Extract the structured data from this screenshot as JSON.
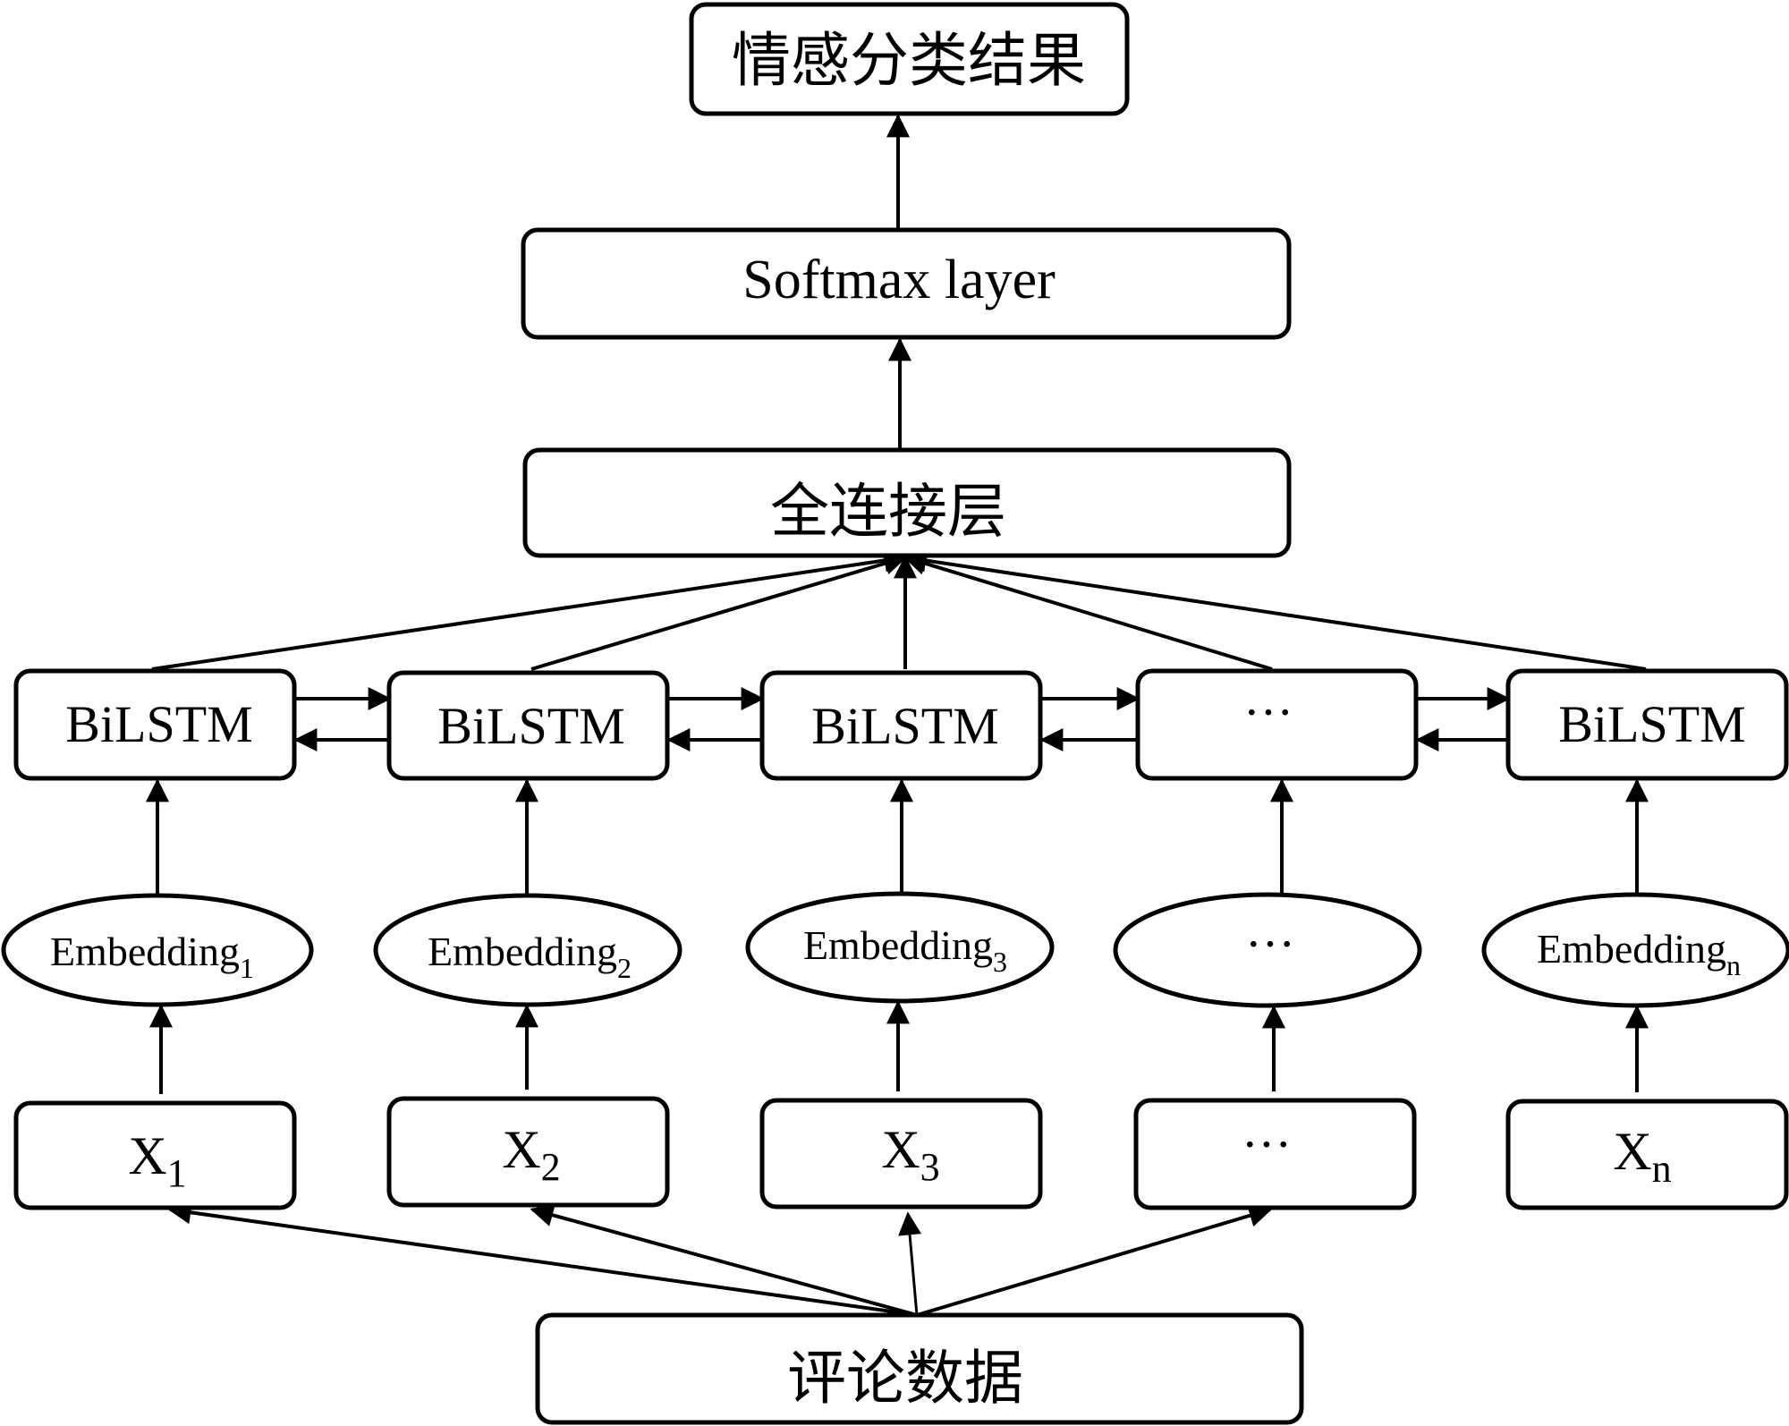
{
  "diagram": {
    "title": "BiLSTM sentiment classification model",
    "colors": {
      "stroke": "#000000",
      "fill": "#ffffff",
      "text": "#000000"
    },
    "output_node": {
      "id": "result",
      "label": "情感分类结果"
    },
    "softmax_node": {
      "id": "softmax",
      "label": "Softmax layer"
    },
    "dense_node": {
      "id": "dense",
      "label": "全连接层"
    },
    "bilstm_nodes": [
      {
        "id": "bilstm1",
        "label": "BiLSTM"
      },
      {
        "id": "bilstm2",
        "label": "BiLSTM"
      },
      {
        "id": "bilstm3",
        "label": "BiLSTM"
      },
      {
        "id": "bilstm_ellipsis",
        "label": "···"
      },
      {
        "id": "bilstmn",
        "label": "BiLSTM"
      }
    ],
    "embedding_nodes": [
      {
        "id": "emb1",
        "label": "Embedding",
        "sub": "1"
      },
      {
        "id": "emb2",
        "label": "Embedding",
        "sub": "2"
      },
      {
        "id": "emb3",
        "label": "Embedding",
        "sub": "3"
      },
      {
        "id": "emb_ellipsis",
        "label": "···",
        "sub": ""
      },
      {
        "id": "embn",
        "label": "Embedding",
        "sub": "n"
      }
    ],
    "input_nodes": [
      {
        "id": "x1",
        "label": "X",
        "sub": "1"
      },
      {
        "id": "x2",
        "label": "X",
        "sub": "2"
      },
      {
        "id": "x3",
        "label": "X",
        "sub": "3"
      },
      {
        "id": "x_ellipsis",
        "label": "···",
        "sub": ""
      },
      {
        "id": "xn",
        "label": "X",
        "sub": "n"
      }
    ],
    "source_node": {
      "id": "source",
      "label": "评论数据"
    },
    "edges": [
      {
        "from": "source",
        "to": "x1"
      },
      {
        "from": "source",
        "to": "x2"
      },
      {
        "from": "source",
        "to": "x3"
      },
      {
        "from": "source",
        "to": "x_ellipsis"
      },
      {
        "from": "x1",
        "to": "emb1"
      },
      {
        "from": "x2",
        "to": "emb2"
      },
      {
        "from": "x3",
        "to": "emb3"
      },
      {
        "from": "x_ellipsis",
        "to": "emb_ellipsis"
      },
      {
        "from": "xn",
        "to": "embn"
      },
      {
        "from": "emb1",
        "to": "bilstm1"
      },
      {
        "from": "emb2",
        "to": "bilstm2"
      },
      {
        "from": "emb3",
        "to": "bilstm3"
      },
      {
        "from": "emb_ellipsis",
        "to": "bilstm_ellipsis"
      },
      {
        "from": "embn",
        "to": "bilstmn"
      },
      {
        "from": "bilstm1",
        "to": "bilstm2",
        "bidirectional": true
      },
      {
        "from": "bilstm2",
        "to": "bilstm3",
        "bidirectional": true
      },
      {
        "from": "bilstm3",
        "to": "bilstm_ellipsis",
        "bidirectional": true
      },
      {
        "from": "bilstm_ellipsis",
        "to": "bilstmn",
        "bidirectional": true
      },
      {
        "from": "bilstm1",
        "to": "dense"
      },
      {
        "from": "bilstm2",
        "to": "dense"
      },
      {
        "from": "bilstm3",
        "to": "dense"
      },
      {
        "from": "bilstm_ellipsis",
        "to": "dense"
      },
      {
        "from": "bilstmn",
        "to": "dense"
      },
      {
        "from": "dense",
        "to": "softmax"
      },
      {
        "from": "softmax",
        "to": "result"
      }
    ]
  }
}
